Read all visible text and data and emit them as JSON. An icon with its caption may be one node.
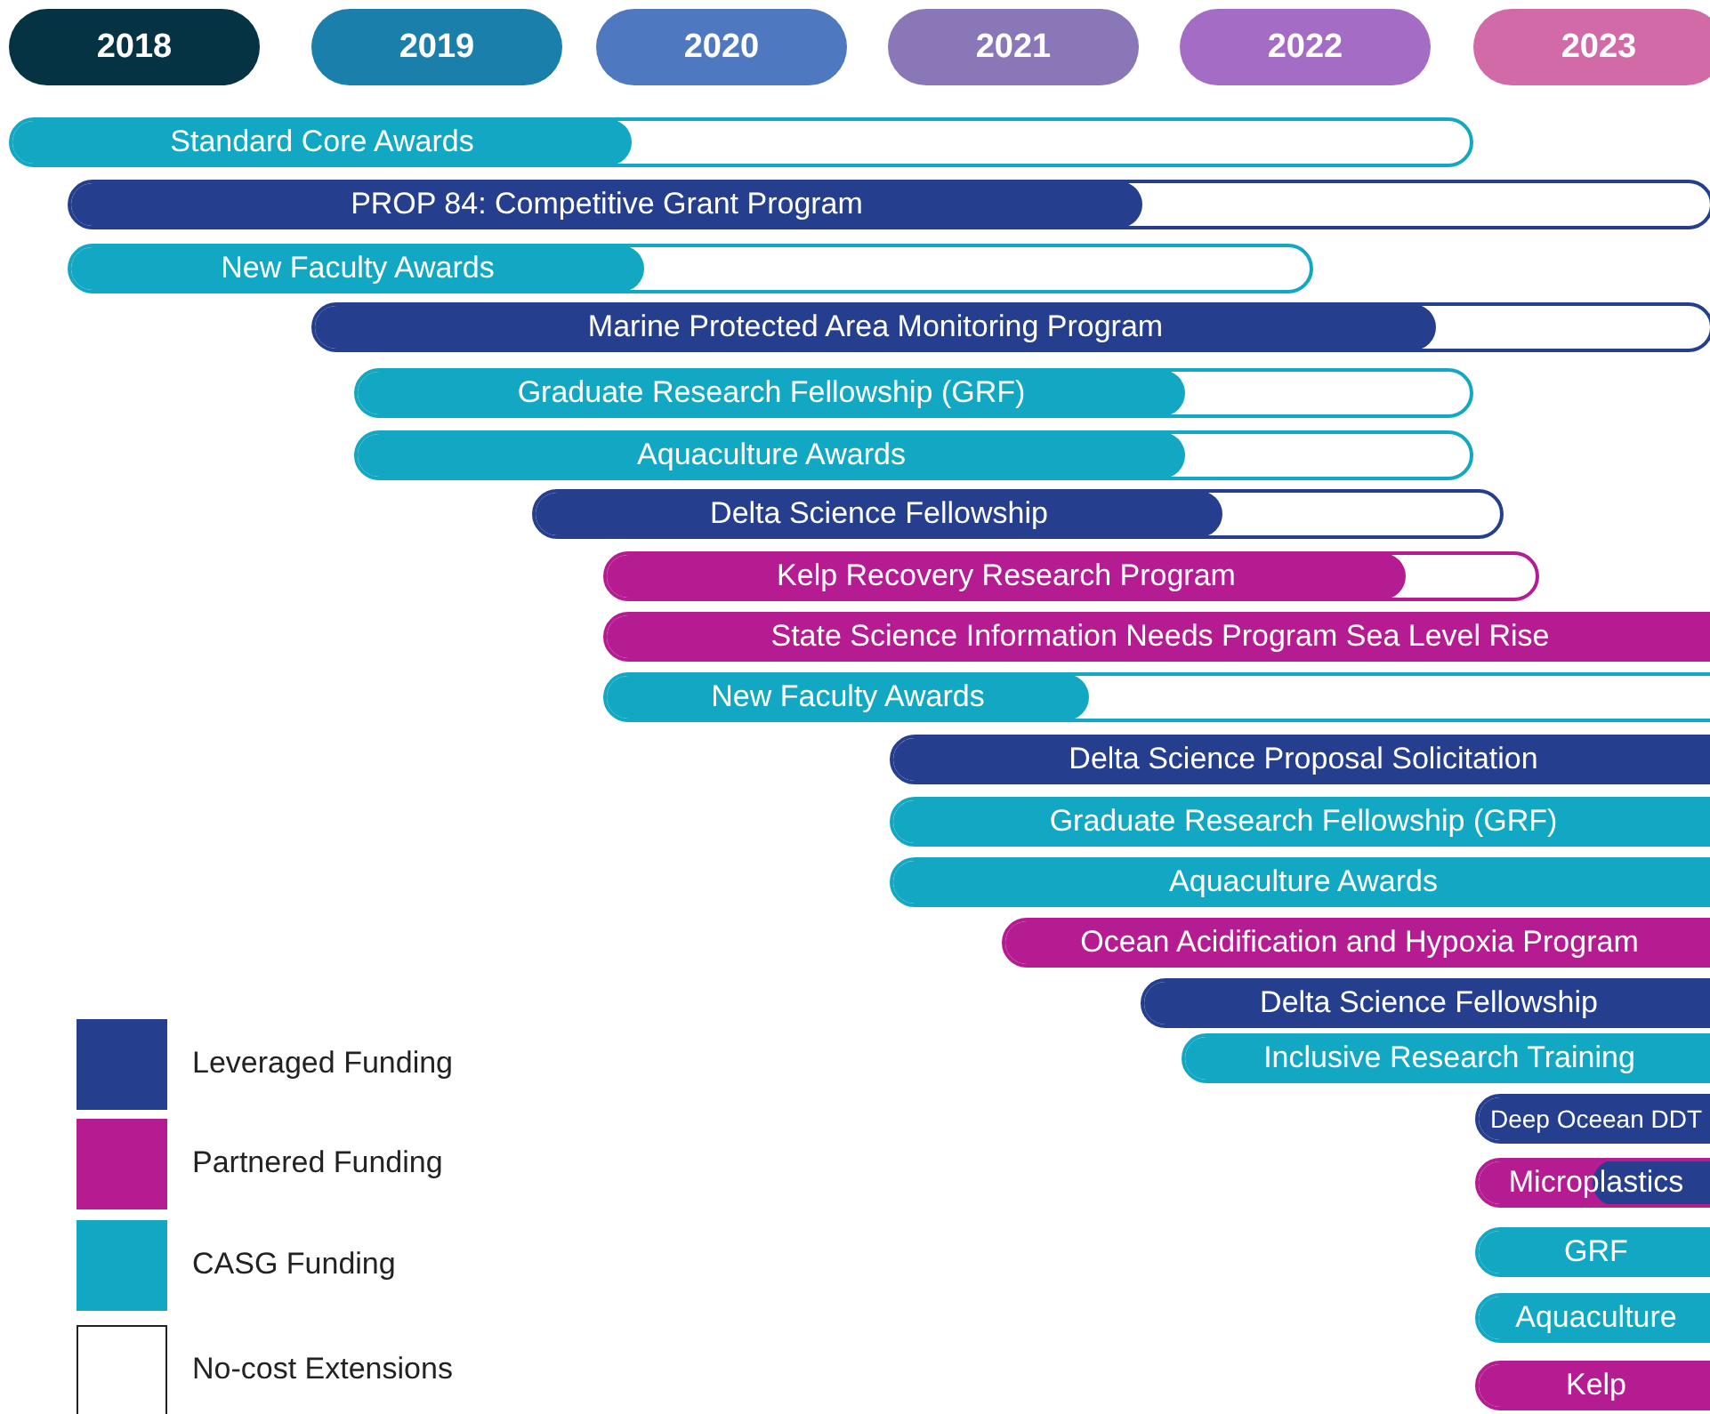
{
  "diagram": {
    "nodes": [
      {
        "text": [
          "2018"
        ]
      },
      {
        "text": [
          "2019"
        ]
      },
      {
        "text": [
          "2020"
        ]
      },
      {
        "text": [
          "2021"
        ]
      },
      {
        "text": [
          "2022"
        ]
      },
      {
        "text": [
          "2023"
        ]
      },
      {
        "text": [
          "Standard Core Awards"
        ]
      },
      {
        "text": [
          "PROP 84: Competitive Grant Program"
        ]
      },
      {
        "text": [
          "New Faculty Awards"
        ]
      },
      {
        "text": [
          "Marine Protected Area Monitoring Program"
        ]
      },
      {
        "text": [
          "Graduate Research Fellowship (GRF)"
        ]
      },
      {
        "text": [
          "Aquaculture Awards"
        ]
      },
      {
        "text": [
          "Delta Science Fellowship"
        ]
      },
      {
        "text": [
          "Kelp Recovery Research Program"
        ]
      },
      {
        "text": [
          "State Science Information Needs Program Sea Level Rise"
        ]
      },
      {
        "text": [
          "New Faculty Awards"
        ]
      },
      {
        "text": [
          "Delta Science Proposal Solicitation"
        ]
      },
      {
        "text": [
          "Graduate Research Fellowship (GRF)"
        ]
      },
      {
        "text": [
          "Aquaculture Awards"
        ]
      },
      {
        "text": [
          "Ocean Acidification and Hypoxia Program"
        ]
      },
      {
        "text": [
          "Delta Science Fellowship"
        ]
      },
      {
        "text": [
          "Inclusive Research Training"
        ]
      },
      {
        "text": [
          "Deep Oceean DDT"
        ]
      },
      {
        "text": [
          "Microplastics"
        ]
      },
      {
        "text": [
          "GRF"
        ]
      },
      {
        "text": [
          "Aquaculture"
        ]
      },
      {
        "text": [
          "Kelp"
        ]
      }
    ],
    "legend": [
      {
        "text": "Leveraged Funding",
        "color": "#253f8e"
      },
      {
        "text": "Partnered Funding",
        "color": "#b51c91"
      },
      {
        "text": "CASG Funding",
        "color": "#12a8c3"
      },
      {
        "text": "No-cost Extensions",
        "color": "#ffffff"
      }
    ]
  }
}
